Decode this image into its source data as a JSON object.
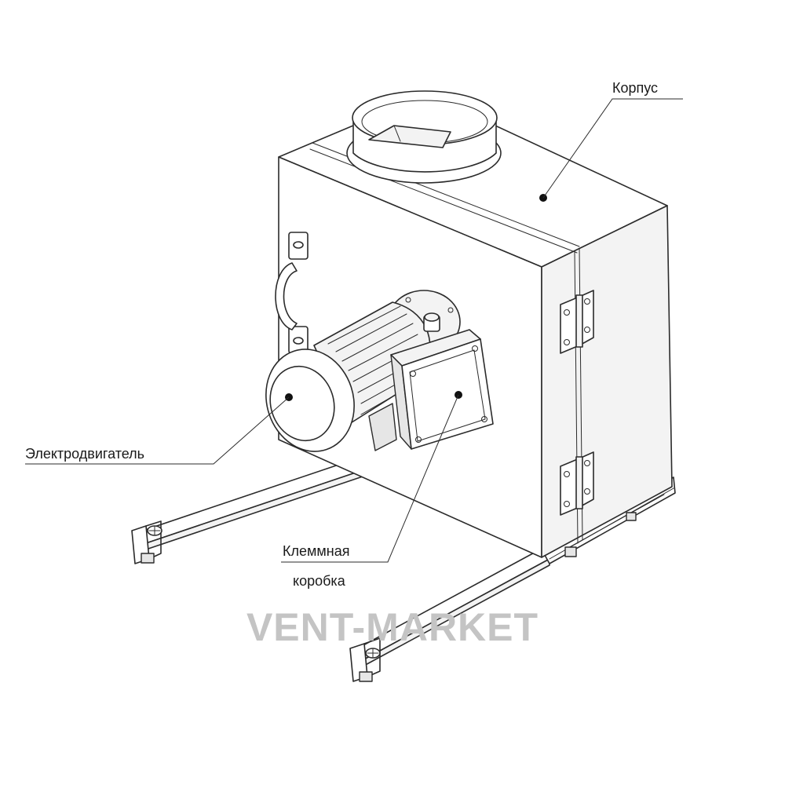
{
  "labels": {
    "housing": "Корпус",
    "motor": "Электродвигатель",
    "terminal_box_line1": "Клеммная",
    "terminal_box_line2": "коробка"
  },
  "watermark": "VENT-MARKET"
}
